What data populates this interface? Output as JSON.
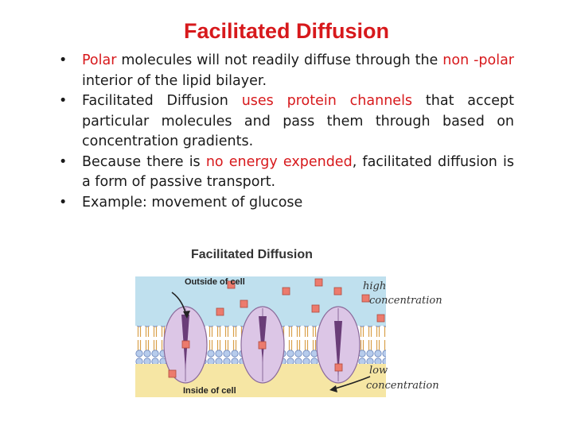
{
  "title": "Facilitated Diffusion",
  "bullets": [
    {
      "parts": [
        {
          "text": "Polar",
          "color": "red"
        },
        {
          "text": " molecules will not readily diffuse through the "
        },
        {
          "text": "non -polar",
          "color": "red"
        },
        {
          "text": " interior of the lipid bilayer."
        }
      ]
    },
    {
      "parts": [
        {
          "text": "Facilitated Diffusion "
        },
        {
          "text": "uses protein channels",
          "color": "red"
        },
        {
          "text": " that accept particular molecules and pass them through based on concentration gradients."
        }
      ]
    },
    {
      "parts": [
        {
          "text": "Because there is "
        },
        {
          "text": "no energy expended",
          "color": "red"
        },
        {
          "text": ", facilitated diffusion is a form of passive transport."
        }
      ]
    },
    {
      "parts": [
        {
          "text": "Example: movement of glucose"
        }
      ]
    }
  ],
  "figure": {
    "title": "Facilitated Diffusion",
    "outside_label": "Outside of cell",
    "inside_label": "Inside of cell",
    "high_label_1": "high",
    "high_label_2": "concentration",
    "low_label_1": "low",
    "low_label_2": "concentration"
  },
  "colors": {
    "title": "#d7191c",
    "accent": "#d7191c",
    "outside": "#bfe0ee",
    "inside": "#f6e6a4",
    "protein": "#dcc6e6",
    "molecule": "#ec7b6d"
  }
}
